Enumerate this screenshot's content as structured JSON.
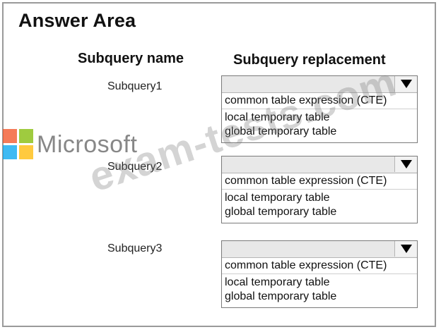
{
  "title": "Answer Area",
  "headers": {
    "name": "Subquery name",
    "replacement": "Subquery replacement"
  },
  "rows": [
    {
      "label": "Subquery1",
      "selected": "",
      "options": [
        "common table expression (CTE)",
        "local temporary table",
        "global temporary table"
      ]
    },
    {
      "label": "Subquery2",
      "selected": "",
      "options": [
        "common table expression (CTE)",
        "local temporary table",
        "global temporary table"
      ]
    },
    {
      "label": "Subquery3",
      "selected": "",
      "options": [
        "common table expression (CTE)",
        "local temporary table",
        "global temporary table"
      ]
    }
  ],
  "brand": {
    "logo_text": "Microsoft",
    "watermark": "exam-tests.com",
    "colors": {
      "red": "#f25022",
      "green": "#7fba00",
      "blue": "#00a4ef",
      "yellow": "#ffb900"
    }
  }
}
